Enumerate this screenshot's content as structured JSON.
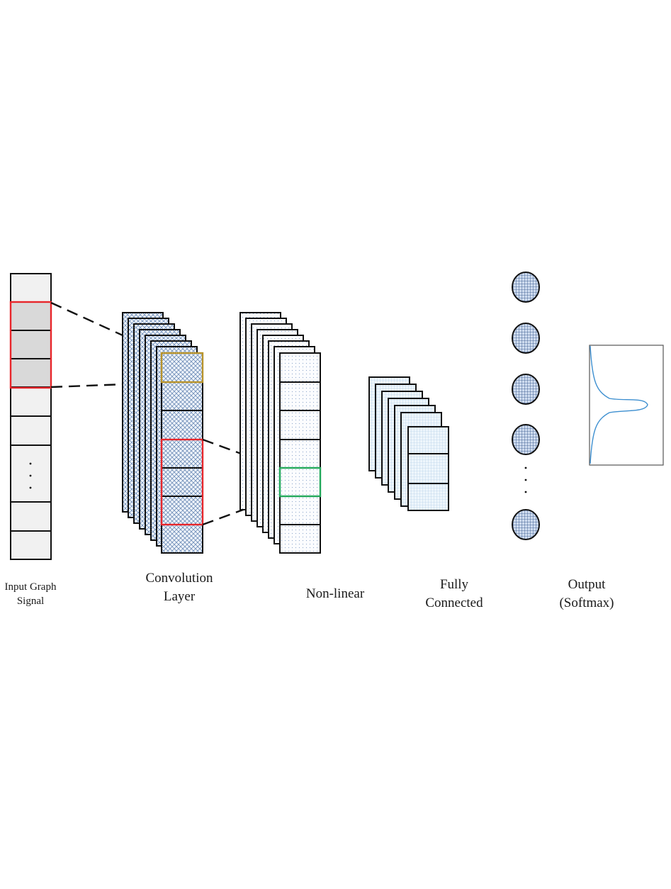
{
  "labels": {
    "input": [
      "Input Graph",
      "Signal"
    ],
    "convolution": [
      "Convolution",
      "Layer"
    ],
    "nonlinear": [
      "Non-linear"
    ],
    "fully_connected": [
      "Fully",
      "Connected"
    ],
    "output": [
      "Output",
      "(Softmax)"
    ]
  },
  "colors": {
    "highlight_red": "#e8262b",
    "highlight_gold": "#b8932a",
    "highlight_green": "#22a85a",
    "curve_blue": "#3d8fd0",
    "input_shade": "#d9d9d9",
    "cell_fill": "#f1f1f1"
  },
  "counts": {
    "input_cells": 9,
    "conv_maps": 8,
    "nonlinear_maps": 8,
    "fc_maps": 7,
    "output_nodes_visible": 5
  }
}
